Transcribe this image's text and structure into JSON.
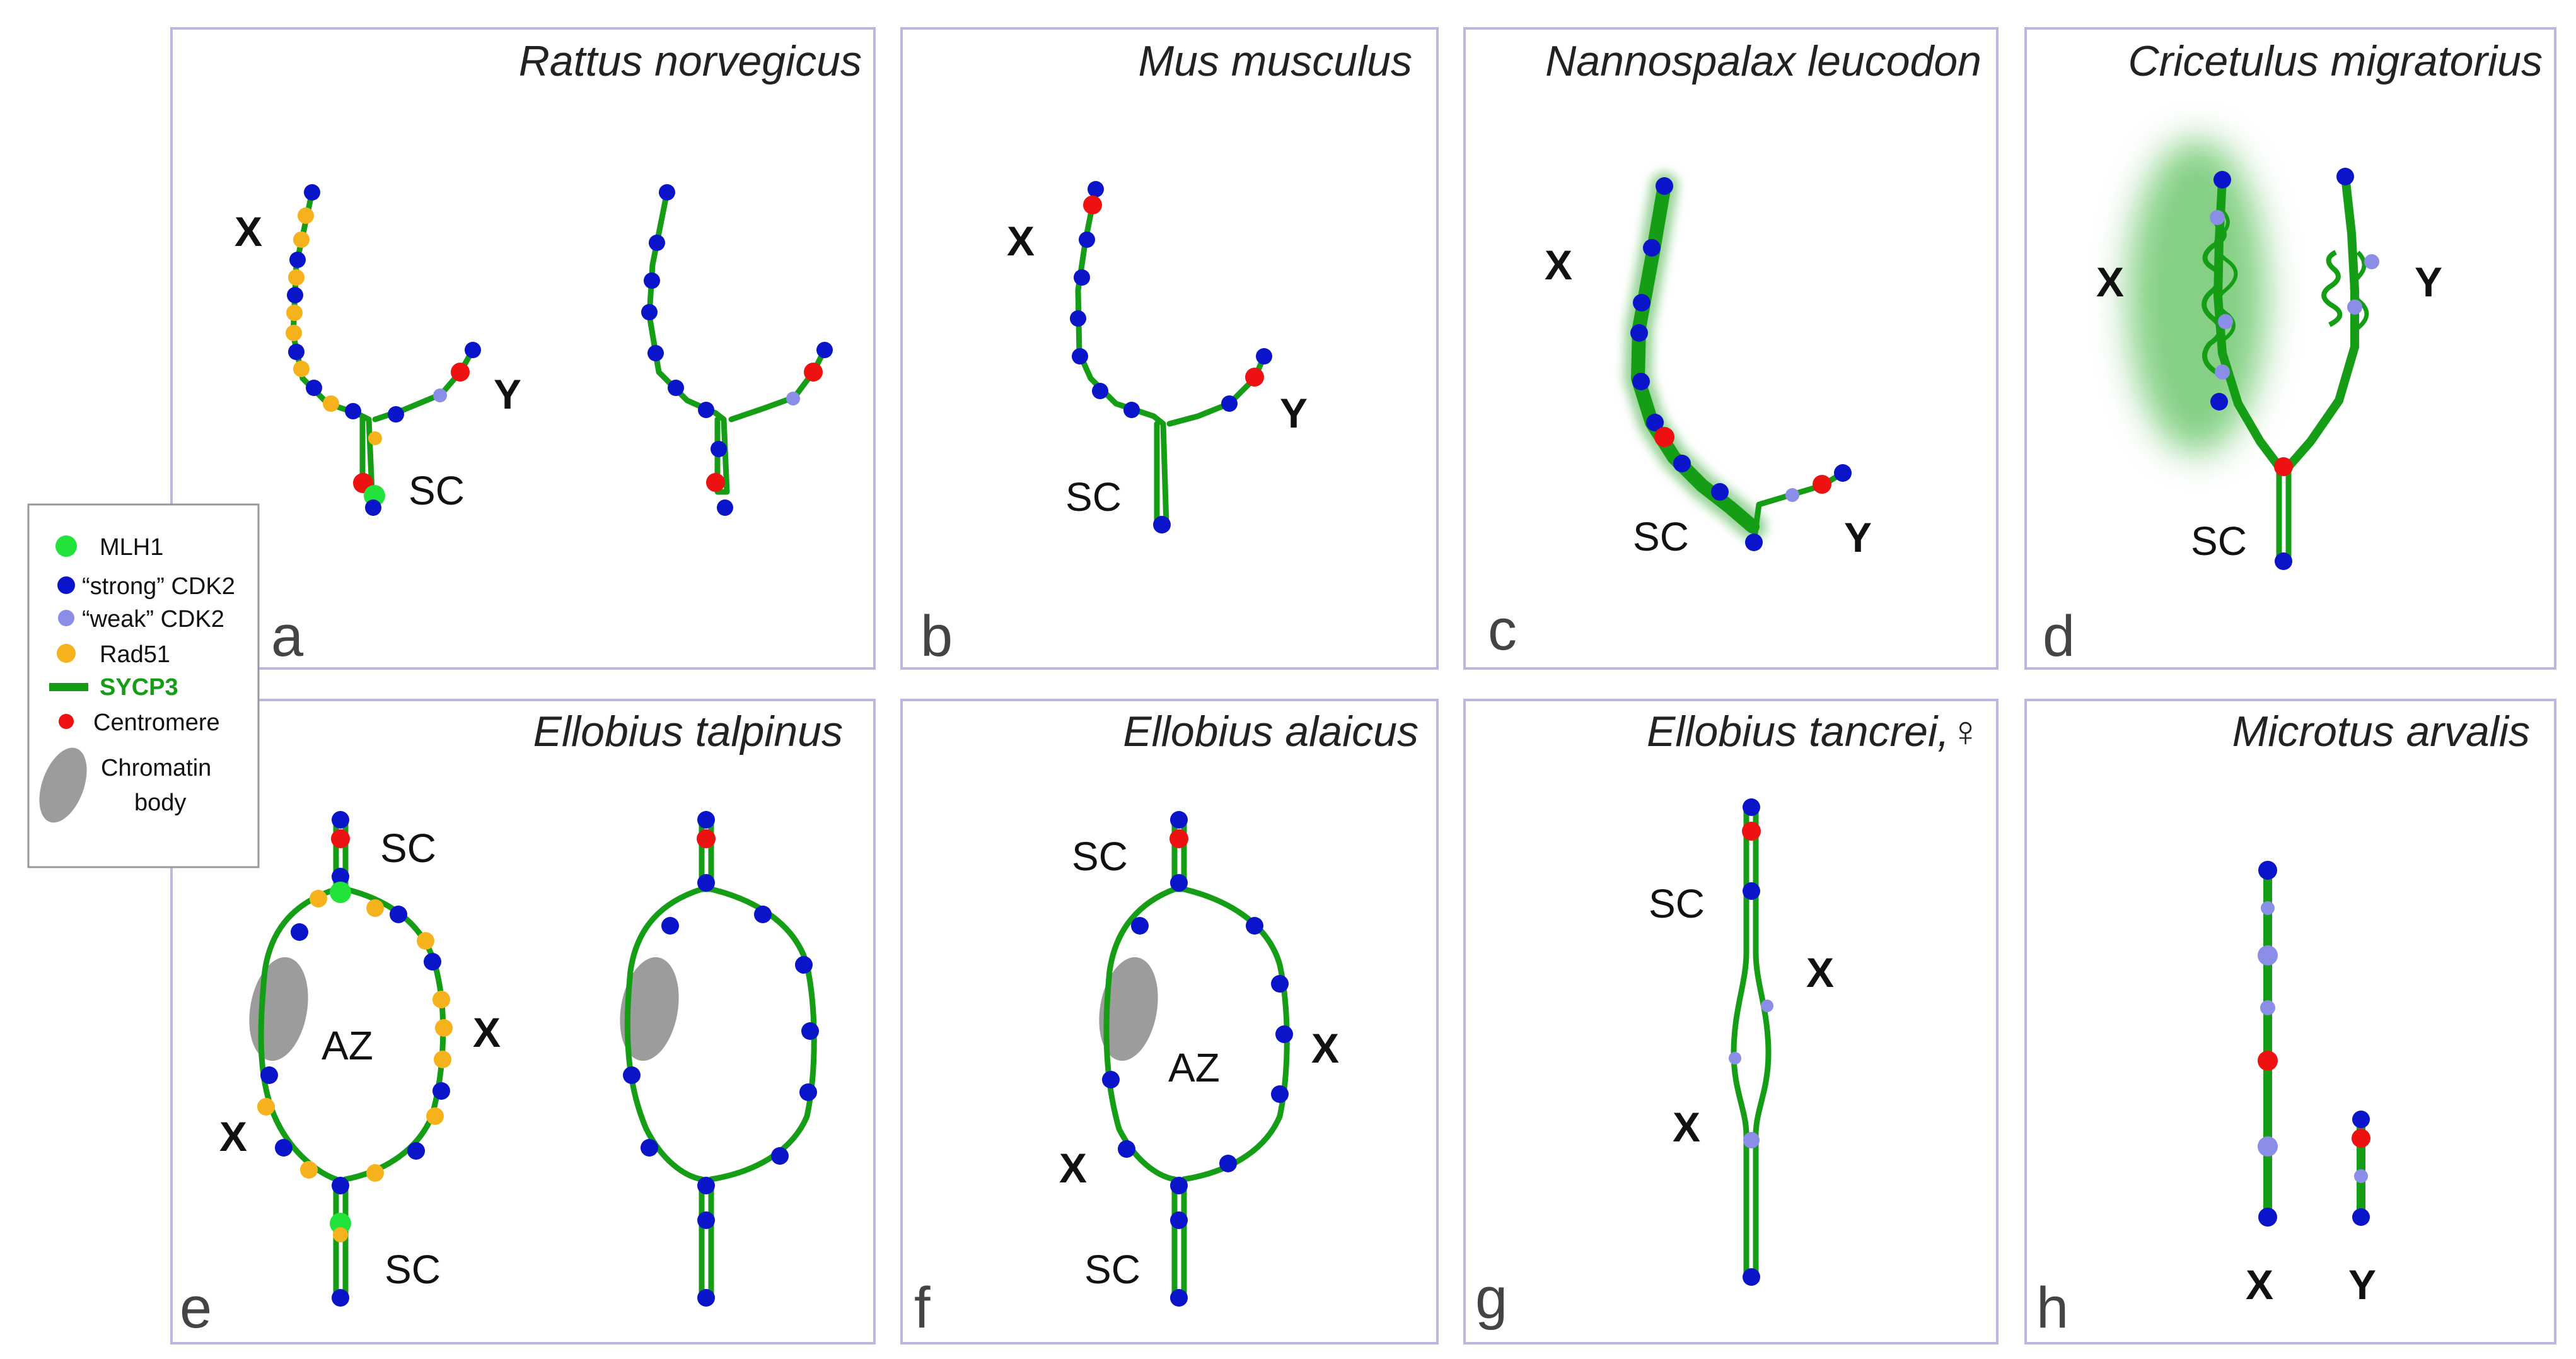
{
  "panels": [
    {
      "letter": "a",
      "species": "Rattus norvegicus"
    },
    {
      "letter": "b",
      "species": "Mus musculus"
    },
    {
      "letter": "c",
      "species": "Nannospalax leucodon"
    },
    {
      "letter": "d",
      "species": "Cricetulus migratorius"
    },
    {
      "letter": "e",
      "species": "Ellobius talpinus"
    },
    {
      "letter": "f",
      "species": "Ellobius alaicus"
    },
    {
      "letter": "g",
      "species": "Ellobius tancrei,♀"
    },
    {
      "letter": "h",
      "species": "Microtus arvalis"
    }
  ],
  "labels": {
    "x": "X",
    "y": "Y",
    "sc": "SC",
    "az": "AZ"
  },
  "legend": {
    "items": [
      {
        "label": "MLH1",
        "color": "#22e33a",
        "icon": "circle"
      },
      {
        "label": "“strong” CDK2",
        "color": "#0a14c8",
        "icon": "circle"
      },
      {
        "label": "“weak” CDK2",
        "color": "#8a8ee6",
        "icon": "circle"
      },
      {
        "label": "Rad51",
        "color": "#f5b21c",
        "icon": "circle"
      },
      {
        "label": "SYCP3",
        "color": "#159d15",
        "icon": "line"
      },
      {
        "label": "Centromere",
        "color": "#ee1111",
        "icon": "circle"
      }
    ],
    "chromatin_line1": "Chromatin",
    "chromatin_line2": "body",
    "chromatin_color": "#9c9c9c"
  }
}
